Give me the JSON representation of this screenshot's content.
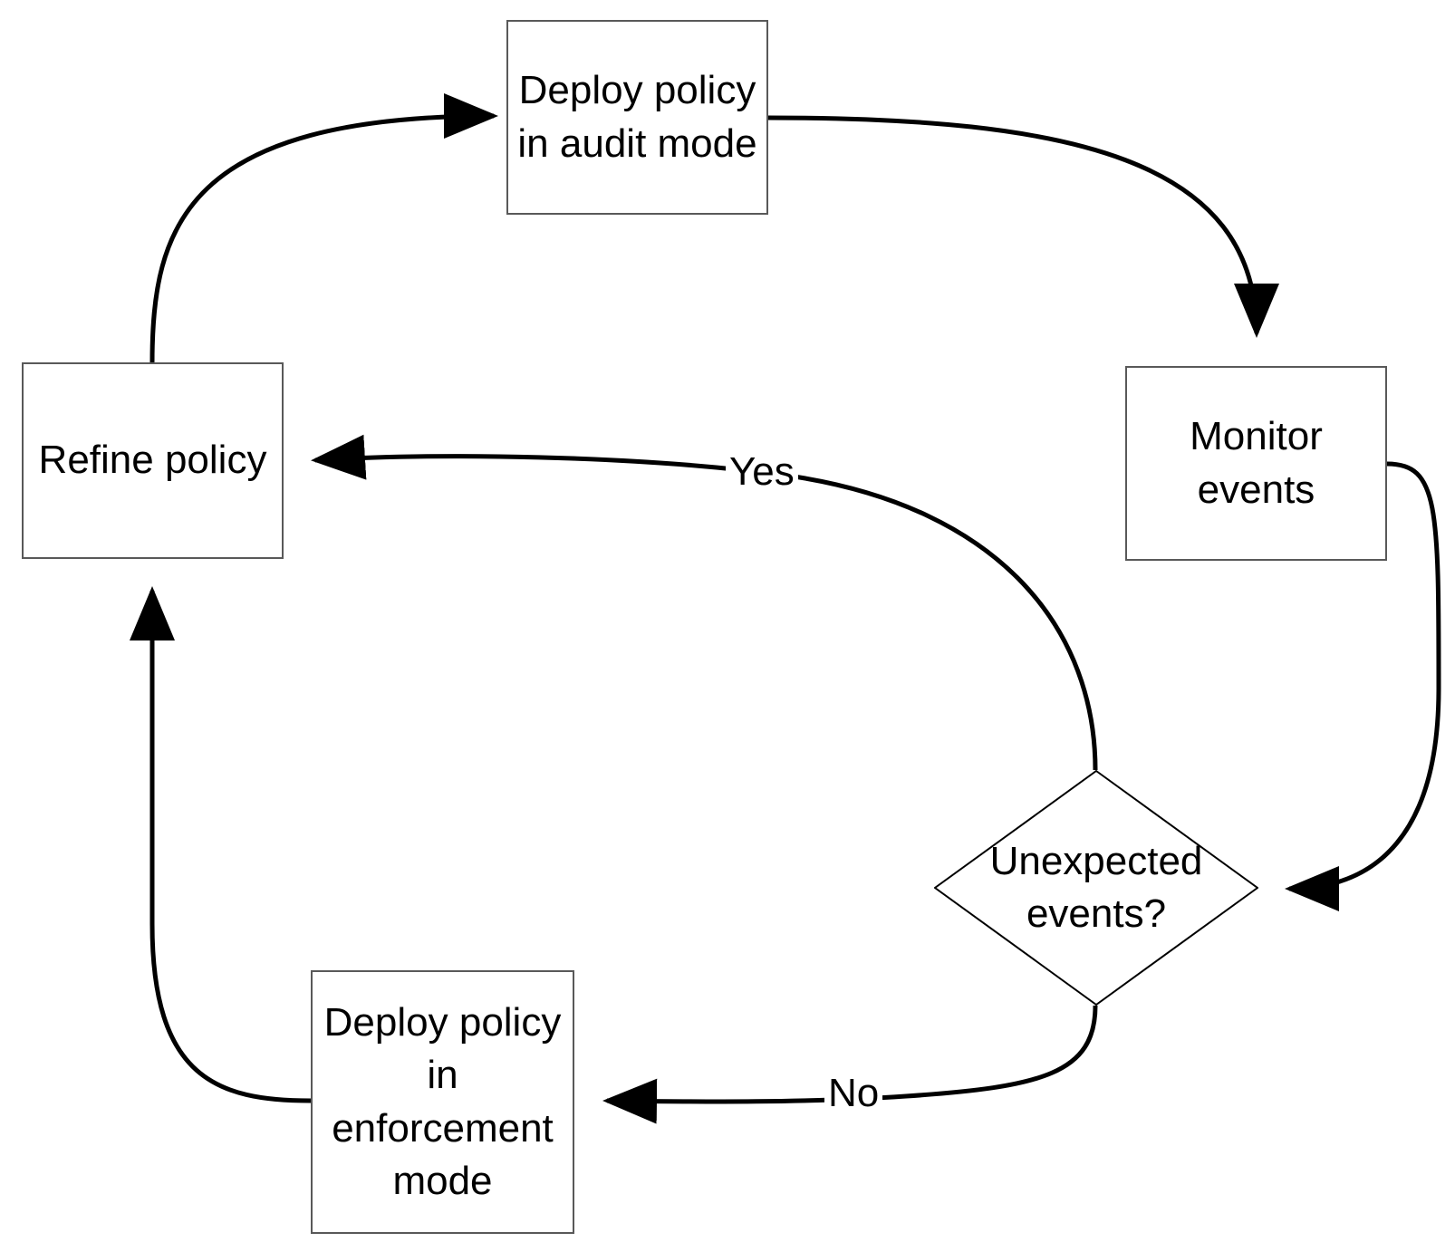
{
  "diagram": {
    "title": "Policy deployment lifecycle flowchart",
    "background_color": "#ffffff",
    "line_color": "#000000",
    "node_border_color": "#595959",
    "nodes": [
      {
        "id": "deploy-audit",
        "shape": "process",
        "label": "Deploy policy\nin audit mode"
      },
      {
        "id": "refine-policy",
        "shape": "process",
        "label": "Refine policy"
      },
      {
        "id": "monitor-events",
        "shape": "process",
        "label": "Monitor\nevents"
      },
      {
        "id": "unexpected-events",
        "shape": "decision",
        "label": "Unexpected\nevents?"
      },
      {
        "id": "deploy-enforcement",
        "shape": "process",
        "label": "Deploy policy\nin\nenforcement\nmode"
      }
    ],
    "edges": [
      {
        "id": "refine-to-audit",
        "from": "refine-policy",
        "to": "deploy-audit",
        "label": ""
      },
      {
        "id": "audit-to-monitor",
        "from": "deploy-audit",
        "to": "monitor-events",
        "label": ""
      },
      {
        "id": "monitor-to-decision",
        "from": "monitor-events",
        "to": "unexpected-events",
        "label": ""
      },
      {
        "id": "decision-yes-to-refine",
        "from": "unexpected-events",
        "to": "refine-policy",
        "label": "Yes"
      },
      {
        "id": "decision-no-to-enforcement",
        "from": "unexpected-events",
        "to": "deploy-enforcement",
        "label": "No"
      },
      {
        "id": "enforcement-to-refine",
        "from": "deploy-enforcement",
        "to": "refine-policy",
        "label": ""
      }
    ]
  }
}
